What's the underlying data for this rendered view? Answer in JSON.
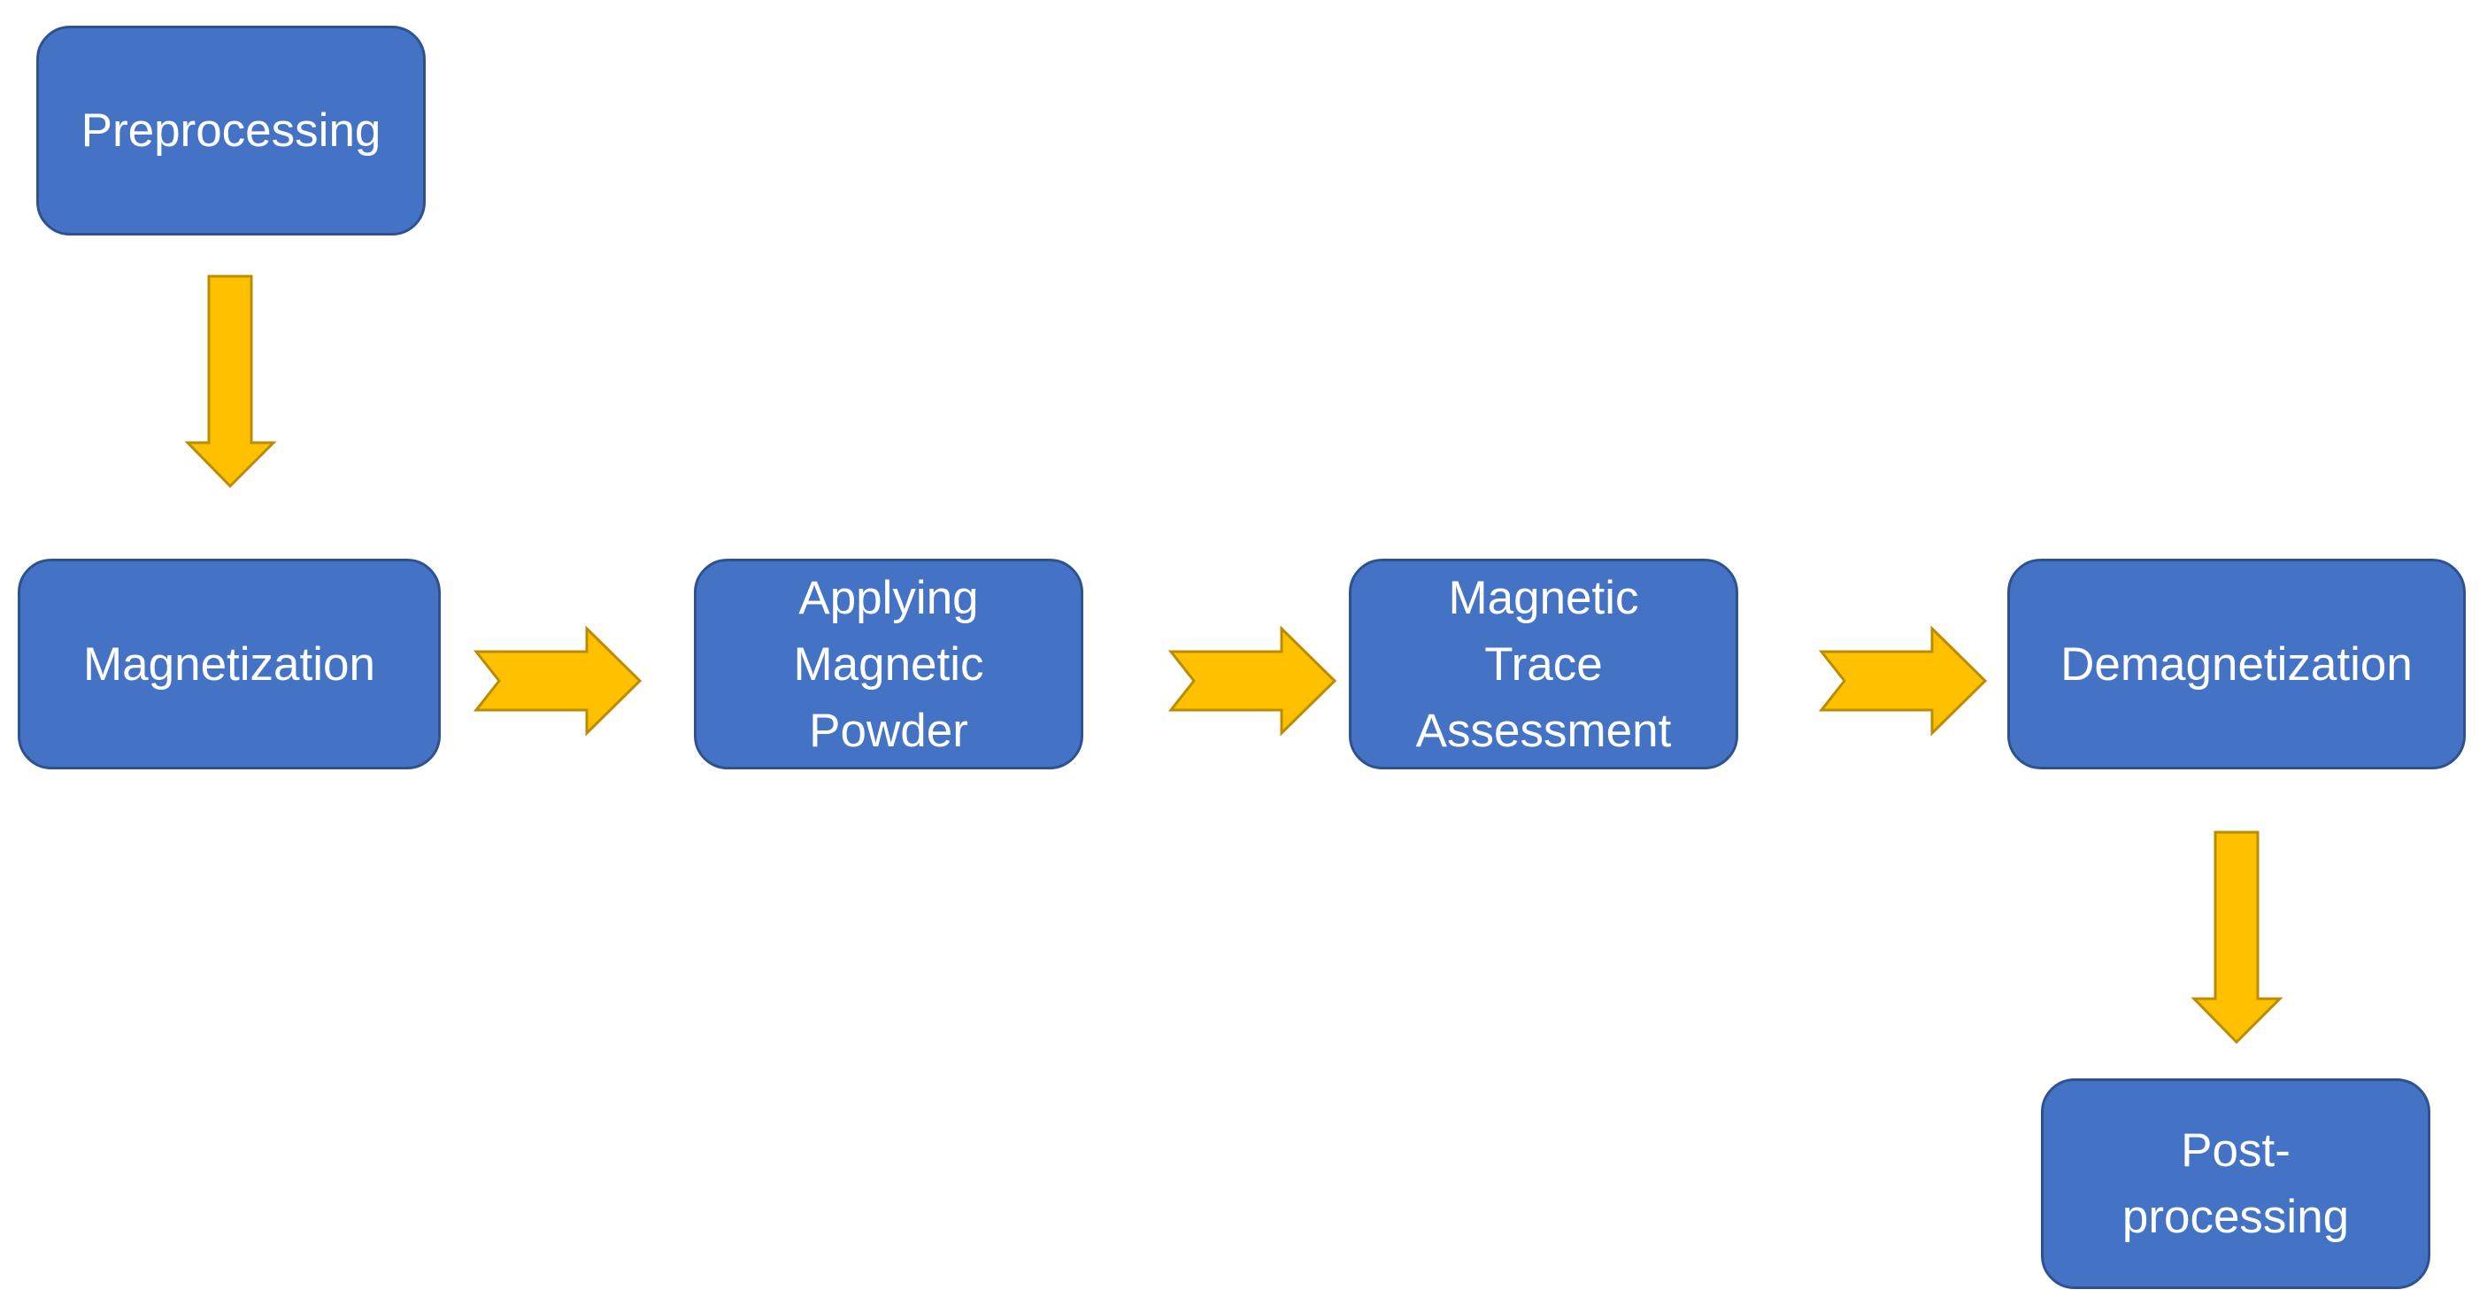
{
  "diagram": {
    "type": "flowchart",
    "colors": {
      "node_fill": "#4472C4",
      "node_border": "#2F528F",
      "node_text": "#FFFFFF",
      "arrow_fill": "#FFC000",
      "arrow_border": "#BC8C00"
    },
    "nodes": [
      {
        "id": "preprocessing",
        "label": "Preprocessing"
      },
      {
        "id": "magnetization",
        "label": "Magnetization"
      },
      {
        "id": "applying-magnetic-powder",
        "label": "Applying\nMagnetic\nPowder"
      },
      {
        "id": "magnetic-trace-assessment",
        "label": "Magnetic\nTrace\nAssessment"
      },
      {
        "id": "demagnetization",
        "label": "Demagnetization"
      },
      {
        "id": "post-processing",
        "label": "Post-\nprocessing"
      }
    ],
    "edges": [
      {
        "from": "preprocessing",
        "to": "magnetization",
        "style": "block-arrow-down"
      },
      {
        "from": "magnetization",
        "to": "applying-magnetic-powder",
        "style": "chevron-arrow-right"
      },
      {
        "from": "applying-magnetic-powder",
        "to": "magnetic-trace-assessment",
        "style": "chevron-arrow-right"
      },
      {
        "from": "magnetic-trace-assessment",
        "to": "demagnetization",
        "style": "chevron-arrow-right"
      },
      {
        "from": "demagnetization",
        "to": "post-processing",
        "style": "block-arrow-down"
      }
    ]
  }
}
